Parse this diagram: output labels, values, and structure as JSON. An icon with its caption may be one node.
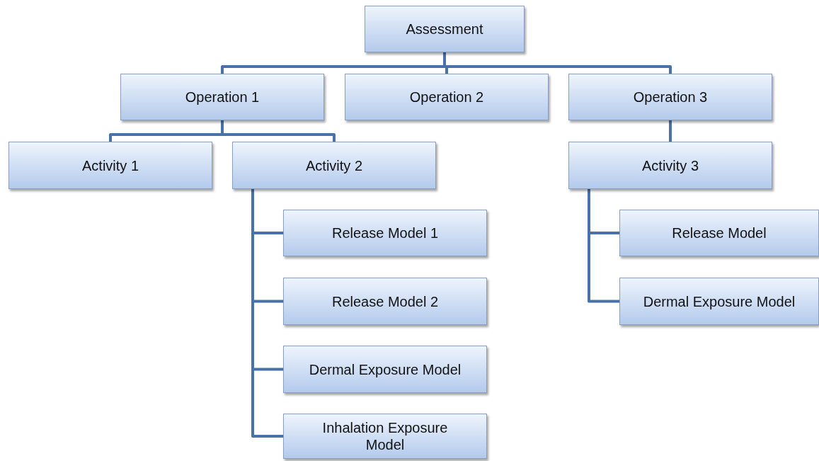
{
  "diagram": {
    "nodes": [
      {
        "text": [
          "Assessment"
        ]
      },
      {
        "text": [
          "Operation 1"
        ]
      },
      {
        "text": [
          "Operation 2"
        ]
      },
      {
        "text": [
          "Operation 3"
        ]
      },
      {
        "text": [
          "Activity 1"
        ]
      },
      {
        "text": [
          "Activity 2"
        ]
      },
      {
        "text": [
          "Activity 3"
        ]
      },
      {
        "text": [
          "Release Model 1"
        ]
      },
      {
        "text": [
          "Release Model 2"
        ]
      },
      {
        "text": [
          "Dermal Exposure Model"
        ]
      },
      {
        "text": [
          "Inhalation Exposure Model"
        ]
      },
      {
        "text": [
          "Release Model"
        ]
      },
      {
        "text": [
          "Dermal Exposure Model"
        ]
      }
    ],
    "edges": [
      {
        "from": 0,
        "to": 1,
        "arrow": "none"
      },
      {
        "from": 0,
        "to": 2,
        "arrow": "none"
      },
      {
        "from": 0,
        "to": 3,
        "arrow": "none"
      },
      {
        "from": 1,
        "to": 4,
        "arrow": "none"
      },
      {
        "from": 1,
        "to": 5,
        "arrow": "none"
      },
      {
        "from": 3,
        "to": 6,
        "arrow": "none"
      },
      {
        "from": 5,
        "to": 7,
        "arrow": "none"
      },
      {
        "from": 5,
        "to": 8,
        "arrow": "none"
      },
      {
        "from": 5,
        "to": 9,
        "arrow": "none"
      },
      {
        "from": 5,
        "to": 10,
        "arrow": "none"
      },
      {
        "from": 6,
        "to": 11,
        "arrow": "none"
      },
      {
        "from": 6,
        "to": 12,
        "arrow": "none"
      }
    ]
  }
}
